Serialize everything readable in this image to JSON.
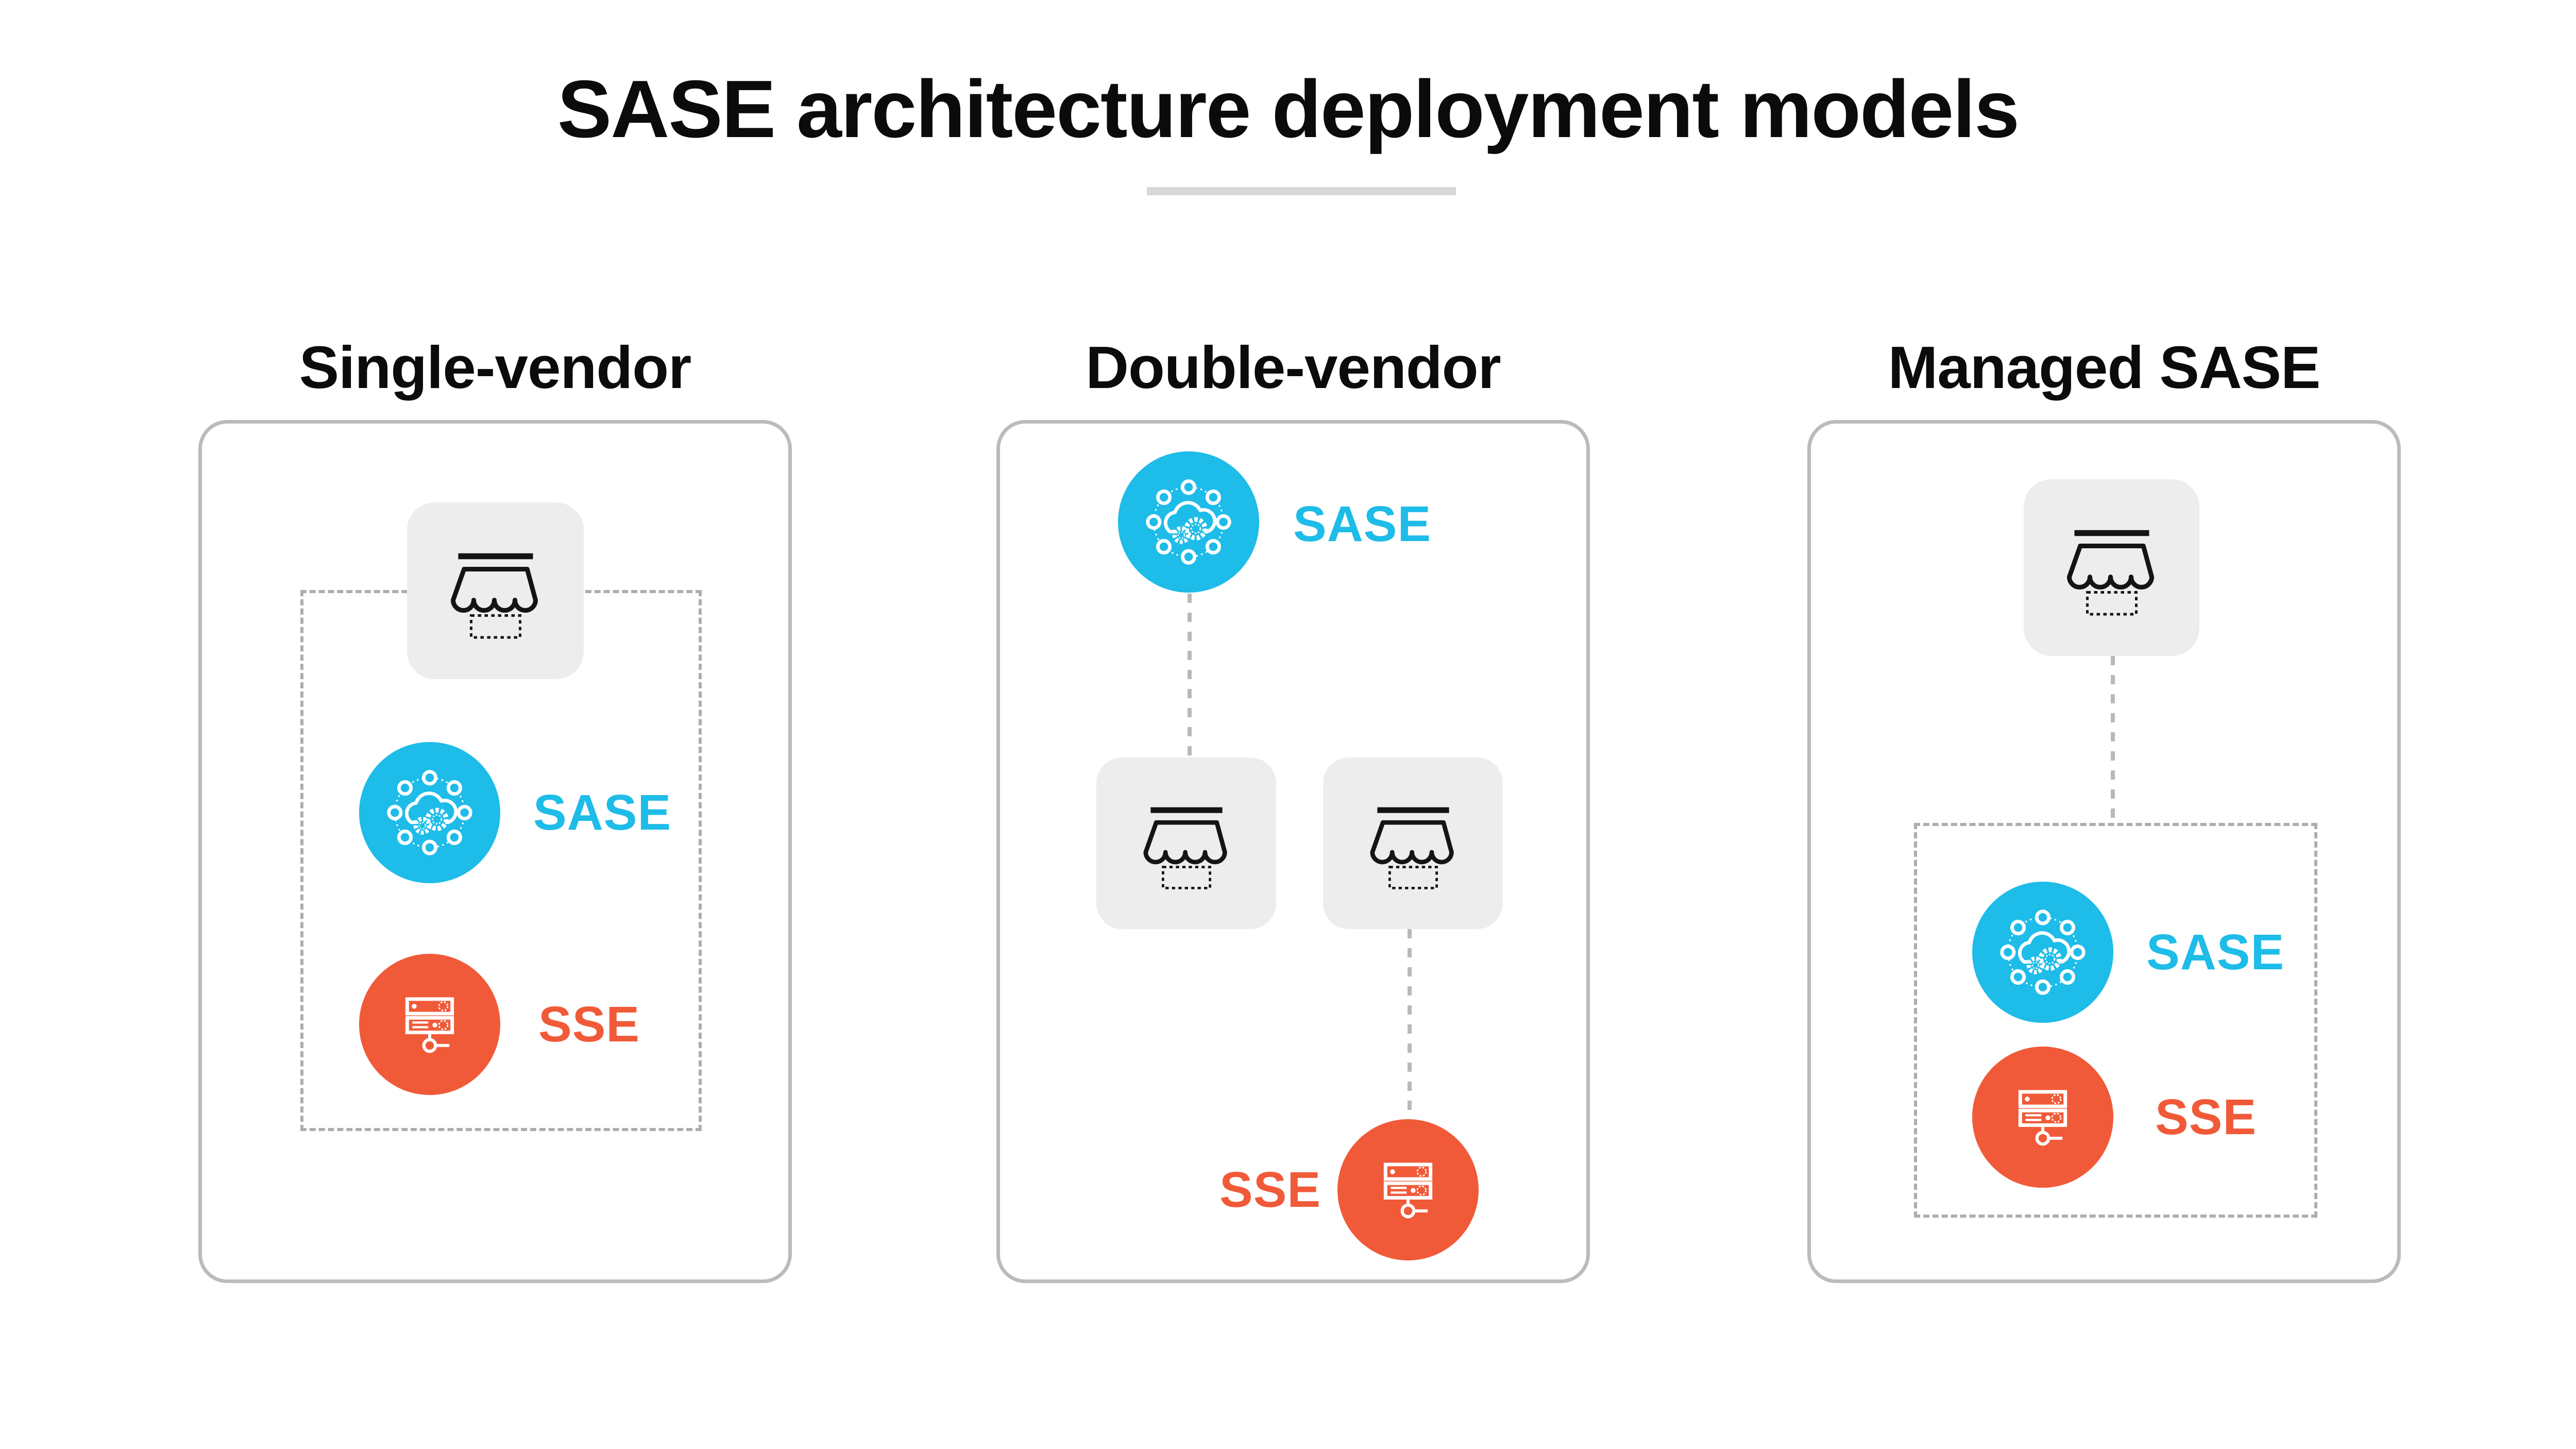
{
  "title": "SASE architecture deployment models",
  "colors": {
    "sase": "#1EBCE8",
    "sse": "#F15A38",
    "tile": "#EDEDED",
    "card_border": "#BBBBBB",
    "dash": "#ADADAD",
    "connector": "#B9B9B9",
    "divider": "#D8D8D8",
    "ink": "#0B0B0B"
  },
  "icons": {
    "storefront": "storefront-vendor-icon",
    "sase": "cloud-gears-network-icon",
    "sse": "server-network-icon"
  },
  "panels": [
    {
      "title": "Single-vendor",
      "sase_label": "SASE",
      "sse_label": "SSE"
    },
    {
      "title": "Double-vendor",
      "sase_label": "SASE",
      "sse_label": "SSE"
    },
    {
      "title": "Managed SASE",
      "sase_label": "SASE",
      "sse_label": "SSE"
    }
  ]
}
